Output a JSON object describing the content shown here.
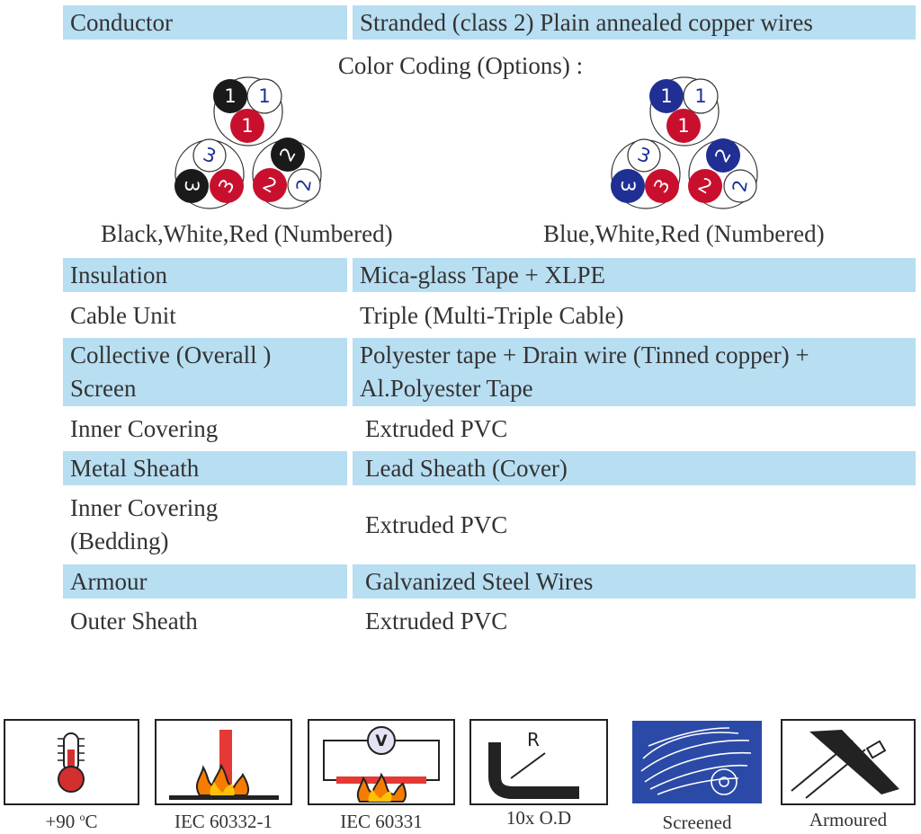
{
  "rows": {
    "conductor": {
      "label": "Conductor",
      "value": "Stranded (class 2) Plain annealed copper wires"
    },
    "insulation": {
      "label": "Insulation",
      "value": "Mica-glass Tape + XLPE"
    },
    "cable_unit": {
      "label": "Cable Unit",
      "value": "Triple (Multi-Triple Cable)"
    },
    "collective_screen": {
      "label_1": "Collective (Overall )",
      "label_2": "Screen",
      "value_1": "Polyester tape + Drain wire (Tinned copper) +",
      "value_2": "Al.Polyester Tape"
    },
    "inner_covering": {
      "label": "Inner Covering",
      "value": "Extruded PVC"
    },
    "metal_sheath": {
      "label": "Metal Sheath",
      "value": "Lead Sheath (Cover)"
    },
    "bedding": {
      "label_1": "Inner Covering",
      "label_2": "(Bedding)",
      "value": "Extruded PVC"
    },
    "armour": {
      "label": "Armour",
      "value": "Galvanized Steel Wires"
    },
    "outer_sheath": {
      "label": "Outer Sheath",
      "value": "Extruded PVC"
    }
  },
  "color_coding": {
    "title": "Color Coding (Options) :",
    "options": [
      {
        "caption": "Black,White,Red (Numbered)",
        "triple_1": "1",
        "triple_2": "2",
        "triple_3": "3"
      },
      {
        "caption": "Blue,White,Red (Numbered)",
        "triple_1": "1",
        "triple_2": "2",
        "triple_3": "3"
      }
    ]
  },
  "icons": {
    "temperature": {
      "value": "+90 ",
      "unit": "C",
      "degree": "o",
      "icon": "thermometer-icon"
    },
    "flame_single": {
      "caption": "IEC 60332-1",
      "icon": "flame-retardant-icon"
    },
    "flame_circuit": {
      "caption": "IEC 60331",
      "symbol": "V",
      "icon": "fire-resistant-icon"
    },
    "bending": {
      "caption": "10x O.D",
      "symbol": "R",
      "icon": "bending-radius-icon"
    },
    "screened": {
      "caption": "Screened",
      "icon": "screen-icon"
    },
    "armoured": {
      "caption": "Armoured",
      "icon": "armour-icon"
    }
  },
  "colors": {
    "row_shade": "#b8def2",
    "black": "#1a1a1a",
    "red": "#c8102e",
    "blue": "#1f2f94",
    "white": "#ffffff"
  }
}
